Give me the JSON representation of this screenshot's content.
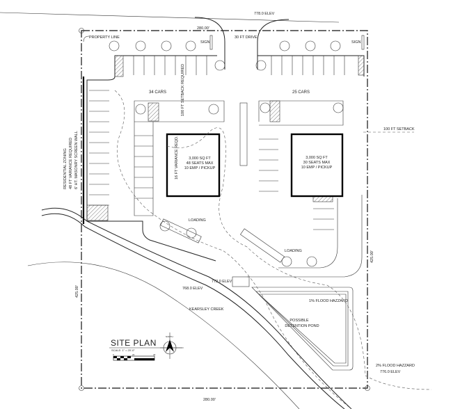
{
  "title": "SITE PLAN",
  "scale": {
    "label": "SCALE: 1\" = 20'-0\"",
    "ticks": [
      "0",
      "20",
      "40"
    ]
  },
  "north_label": "NORTH",
  "labels": {
    "top_elev": "778.0 ELEV",
    "top_dim": "280.00'",
    "bottom_dim": "280.00'",
    "left_dim": "425.00'",
    "right_dim": "425.00'",
    "property_line": "PROPERTY LINE",
    "drive": "30 FT DRIVE",
    "sign_left": "SIGN",
    "sign_right": "SIGN",
    "setback_required": "100 FT SETBACK REQUIRED",
    "setback": "100 FT SETBACK",
    "cars_left": "34 CARS",
    "cars_right": "25 CARS",
    "variance": "16 FT VARIANCE REQD.",
    "zoning": [
      "RESIDENTIAL ZONING",
      "48 FT VARIANCE REQUIRED",
      "6' HT. MASONRY SCREEN WALL"
    ],
    "loading_left": "LOADING",
    "loading_right": "LOADING",
    "elev_772": "772.0 ELEV",
    "elev_768": "768.0 ELEV",
    "creek": "KEARSLEY CREEK",
    "flood_1": "1% FLOOD HAZZARD",
    "pond": [
      "POSSIBLE",
      "DETENTION POND"
    ],
    "flood_2": "2% FLOOD HAZZARD",
    "elev_776": "776.0 ELEV"
  },
  "buildings": [
    {
      "lines": [
        "3,000 SQ FT",
        "48 SEATS MAX",
        "10 EMP / PICKUP"
      ]
    },
    {
      "lines": [
        "3,000 SQ FT",
        "30 SEATS MAX",
        "10 EMP / PICKUP"
      ]
    }
  ]
}
